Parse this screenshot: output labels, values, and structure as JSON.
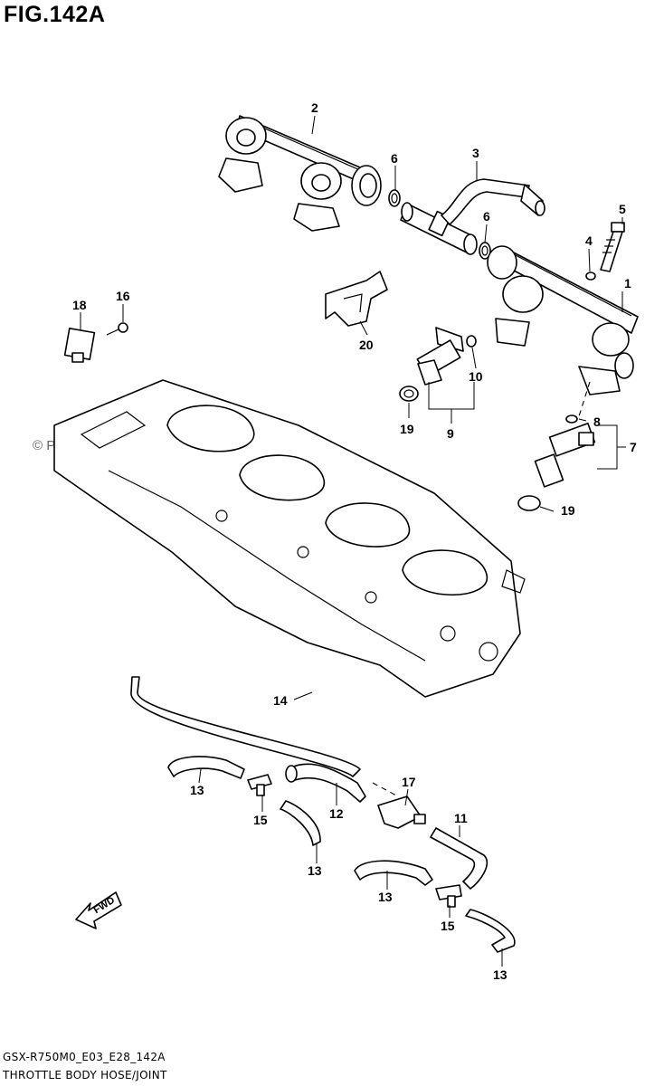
{
  "figure": {
    "title": "FIG.142A",
    "code": "GSX-R750M0_E03_E28_142A",
    "name": "THROTTLE BODY HOSE/JOINT",
    "watermark": "© Partzilla.com",
    "fwd_label": "FWD"
  },
  "callouts": [
    "1",
    "2",
    "3",
    "4",
    "5",
    "6",
    "6",
    "7",
    "8",
    "9",
    "10",
    "11",
    "12",
    "13",
    "13",
    "13",
    "13",
    "14",
    "15",
    "15",
    "16",
    "17",
    "18",
    "19",
    "19",
    "20"
  ]
}
